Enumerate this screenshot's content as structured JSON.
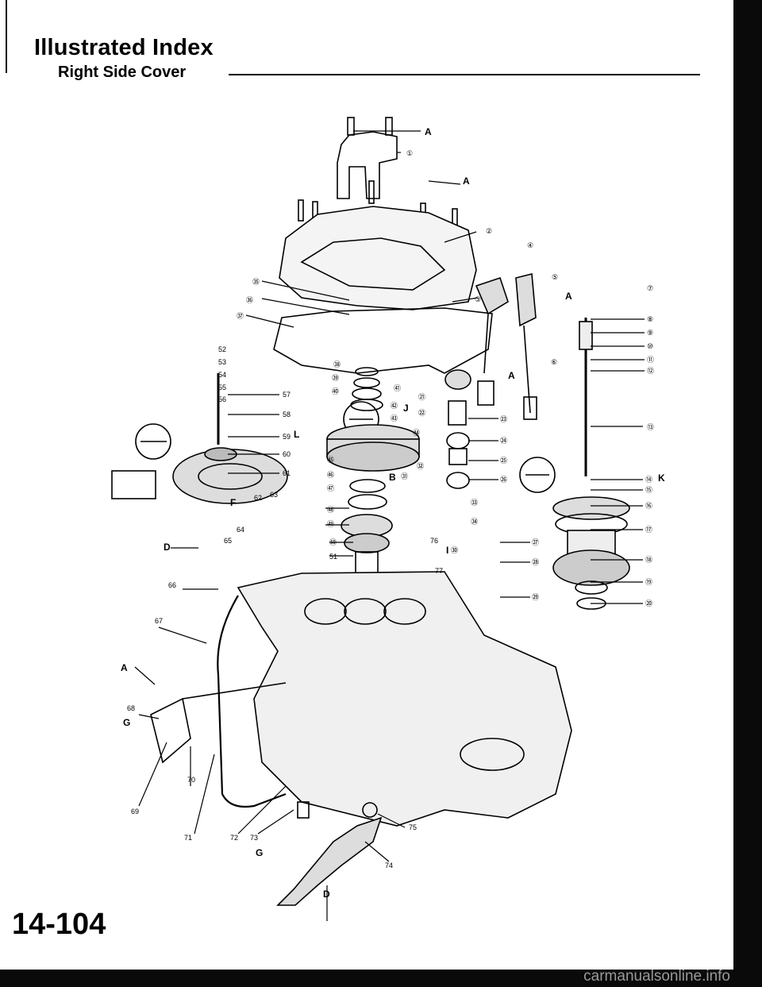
{
  "title": "Illustrated Index",
  "subtitle": "Right Side Cover",
  "page_number": "14-104",
  "watermark": "carmanualsonline.info",
  "callouts": [
    "①",
    "②",
    "④",
    "⑤",
    "⑥",
    "⑦",
    "⑧",
    "⑨",
    "⑩",
    "⑪",
    "⑫",
    "⑬",
    "⑭",
    "⑮",
    "⑯",
    "⑰",
    "⑱",
    "⑲",
    "⑳",
    "㉑",
    "㉒",
    "㉓",
    "㉔",
    "㉕",
    "㉖",
    "㉗",
    "㉘",
    "㉙",
    "㉚",
    "㉛",
    "㉜",
    "㉝",
    "㉞",
    "㉟",
    "㊱",
    "㊲",
    "㊳",
    "㊴",
    "㊵",
    "㊶",
    "㊷",
    "㊸",
    "㊹",
    "㊺",
    "㊻",
    "㊼",
    "㊽",
    "㊾",
    "㊿",
    "51",
    "52",
    "53",
    "54",
    "55",
    "56",
    "57",
    "58",
    "59",
    "60",
    "61",
    "62",
    "63",
    "64",
    "65",
    "66",
    "67",
    "68",
    "69",
    "70",
    "71",
    "72",
    "73",
    "74",
    "75",
    "76",
    "77"
  ],
  "letters": [
    "A",
    "B",
    "D",
    "F",
    "G",
    "I",
    "J",
    "K",
    "L"
  ]
}
